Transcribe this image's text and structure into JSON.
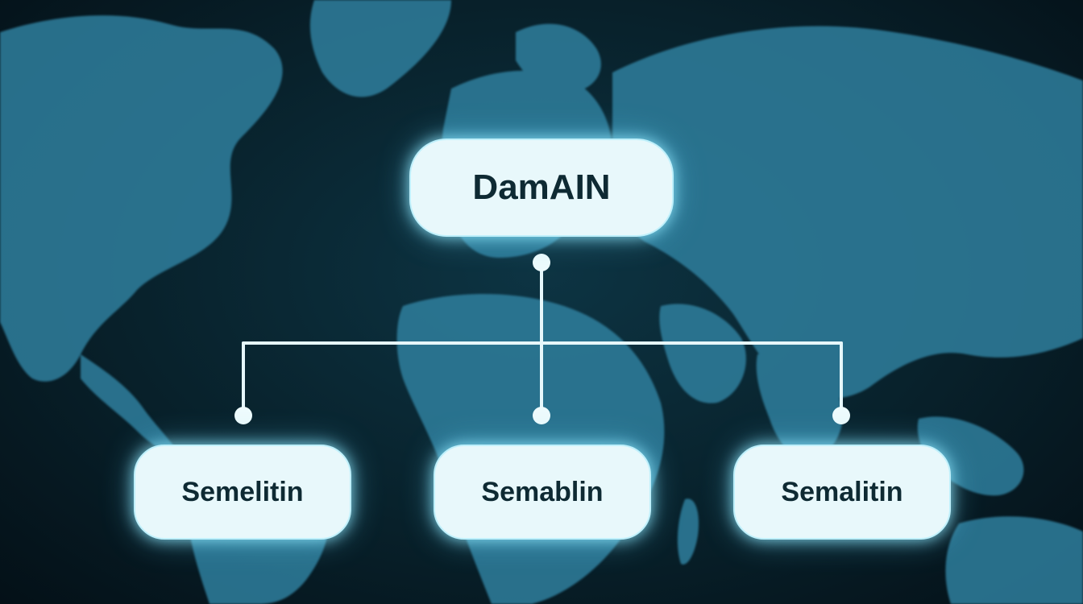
{
  "diagram": {
    "root": {
      "label": "DamAIN"
    },
    "children": [
      {
        "label": "Semelitin"
      },
      {
        "label": "Semablin"
      },
      {
        "label": "Semalitin"
      }
    ]
  },
  "colors": {
    "node_fill": "#e8f8fb",
    "node_text": "#0e2a33",
    "connector": "#e6f7fb",
    "background": "#071a22",
    "land": "#3f8fae"
  },
  "background_icon": "world-map-icon"
}
